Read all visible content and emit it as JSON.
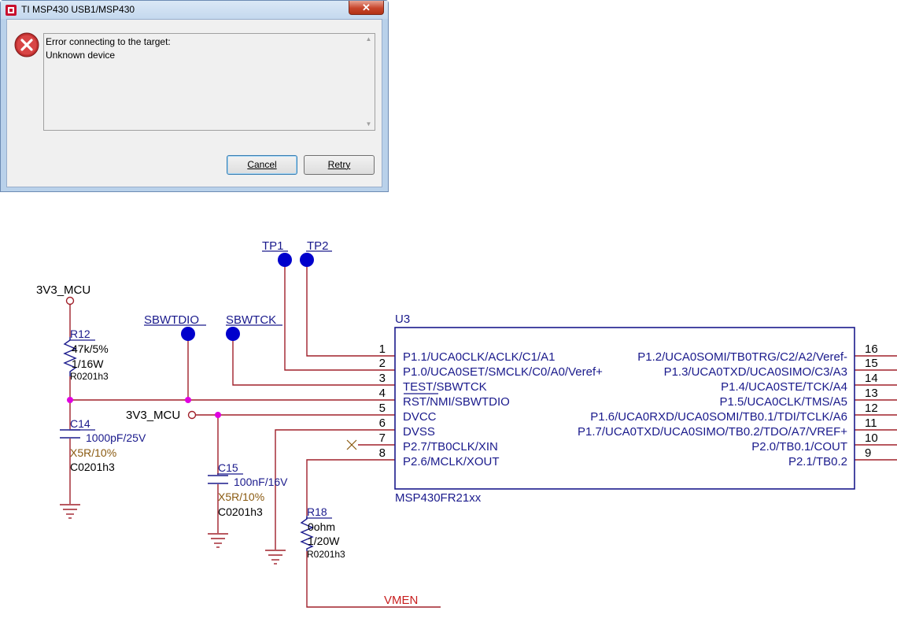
{
  "dialog": {
    "title": "TI MSP430 USB1/MSP430",
    "message_line1": "Error connecting to the target:",
    "message_line2": "Unknown device",
    "buttons": {
      "cancel": "Cancel",
      "retry": "Retry"
    },
    "icons": {
      "app": "ti-logo-icon",
      "error": "error-icon",
      "close": "close-icon"
    }
  },
  "schematic": {
    "chip_ref": "U3",
    "chip_part": "MSP430FR21xx",
    "test_points": {
      "tp1": "TP1",
      "tp2": "TP2"
    },
    "nets": {
      "sbwtdio": "SBWTDIO",
      "sbwtck": "SBWTCK",
      "supply_top": "3V3_MCU",
      "supply_mid": "3V3_MCU",
      "vmen": "VMEN"
    },
    "left_pins": [
      {
        "num": "1",
        "name": "P1.1/UCA0CLK/ACLK/C1/A1"
      },
      {
        "num": "2",
        "name": "P1.0/UCA0SET/SMCLK/C0/A0/Veref+"
      },
      {
        "num": "3",
        "name": "TEST/SBWTCK"
      },
      {
        "num": "4",
        "name": "RST/NMI/SBWTDIO"
      },
      {
        "num": "5",
        "name": "DVCC"
      },
      {
        "num": "6",
        "name": "DVSS"
      },
      {
        "num": "7",
        "name": "P2.7/TB0CLK/XIN"
      },
      {
        "num": "8",
        "name": "P2.6/MCLK/XOUT"
      }
    ],
    "right_pins": [
      {
        "num": "16",
        "name": "P1.2/UCA0SOMI/TB0TRG/C2/A2/Veref-"
      },
      {
        "num": "15",
        "name": "P1.3/UCA0TXD/UCA0SIMO/C3/A3"
      },
      {
        "num": "14",
        "name": "P1.4/UCA0STE/TCK/A4"
      },
      {
        "num": "13",
        "name": "P1.5/UCA0CLK/TMS/A5"
      },
      {
        "num": "12",
        "name": "P1.6/UCA0RXD/UCA0SOMI/TB0.1/TDI/TCLK/A6"
      },
      {
        "num": "11",
        "name": "P1.7/UCA0TXD/UCA0SIMO/TB0.2/TDO/A7/VREF+"
      },
      {
        "num": "10",
        "name": "P2.0/TB0.1/COUT"
      },
      {
        "num": "9",
        "name": "P2.1/TB0.2"
      }
    ],
    "r12": {
      "ref": "R12",
      "value": "47k/5%",
      "power": "1/16W",
      "package": "R0201h3"
    },
    "c14": {
      "ref": "C14",
      "value": "1000pF/25V",
      "dielectric": "X5R/10%",
      "package": "C0201h3"
    },
    "c15": {
      "ref": "C15",
      "value": "100nF/16V",
      "dielectric": "X5R/10%",
      "package": "C0201h3"
    },
    "r18": {
      "ref": "R18",
      "value": "0ohm",
      "power": "1/20W",
      "package": "R0201h3"
    },
    "colors": {
      "wire": "#a0202a",
      "body": "#1a1a8c",
      "junction": "#e000e0",
      "testpoint": "#0000cc",
      "dielectric": "#8a5a10"
    }
  }
}
